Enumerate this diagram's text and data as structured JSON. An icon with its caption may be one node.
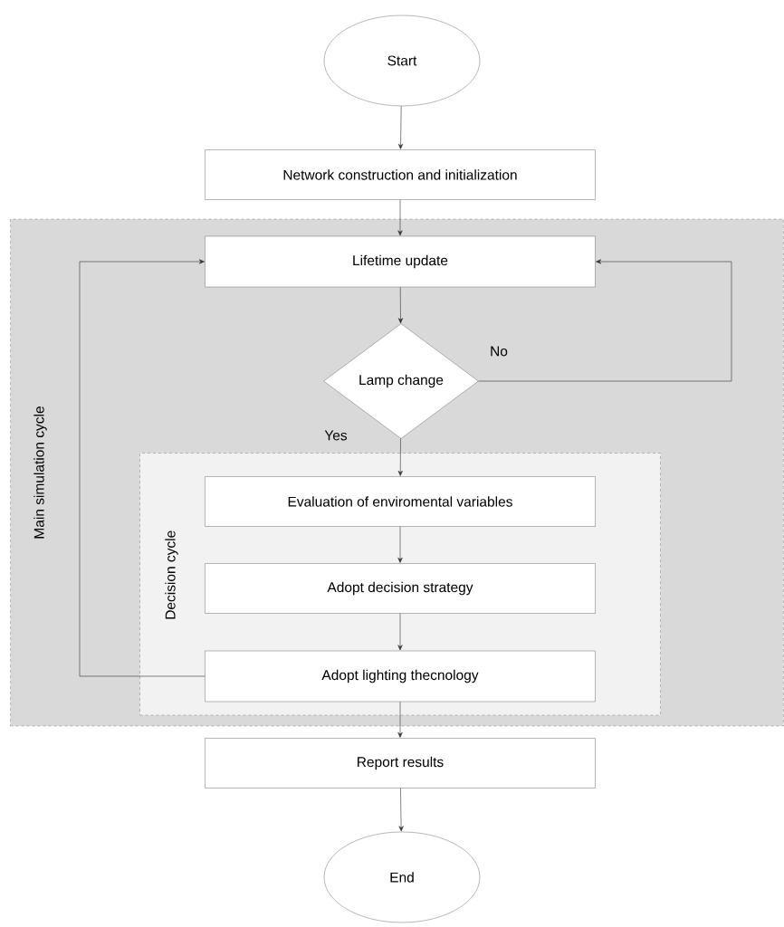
{
  "diagram": {
    "nodes": [
      {
        "text": [
          "Start"
        ]
      },
      {
        "text": [
          "Network construction and initialization"
        ]
      },
      {
        "text": [
          "Main simulation cycle"
        ]
      },
      {
        "text": [
          "Lifetime update"
        ],
        "in": 2
      },
      {
        "text": [
          "Lamp change"
        ],
        "in": 2
      },
      {
        "text": [
          "Decision cycle"
        ],
        "in": 2
      },
      {
        "text": [
          "Evaluation of enviromental variables"
        ],
        "in": 5
      },
      {
        "text": [
          "Adopt decision strategy"
        ],
        "in": 5
      },
      {
        "text": [
          "Adopt lighting thecnology"
        ],
        "in": 5
      },
      {
        "text": [
          "Report results"
        ]
      },
      {
        "text": [
          "End"
        ]
      }
    ],
    "edges": [
      {
        "from": 0,
        "to": 1,
        "arrow": "to"
      },
      {
        "from": 1,
        "to": 3,
        "arrow": "to"
      },
      {
        "from": 3,
        "to": 4,
        "arrow": "to"
      },
      {
        "from": 4,
        "to": 3,
        "arrow": "to",
        "label": "No"
      },
      {
        "from": 4,
        "to": 6,
        "arrow": "to",
        "label": "Yes"
      },
      {
        "from": 6,
        "to": 7,
        "arrow": "to"
      },
      {
        "from": 7,
        "to": 8,
        "arrow": "to"
      },
      {
        "from": 8,
        "to": 3,
        "arrow": "to"
      },
      {
        "from": 8,
        "to": 9,
        "arrow": "to"
      },
      {
        "from": 9,
        "to": 10,
        "arrow": "to"
      }
    ]
  }
}
